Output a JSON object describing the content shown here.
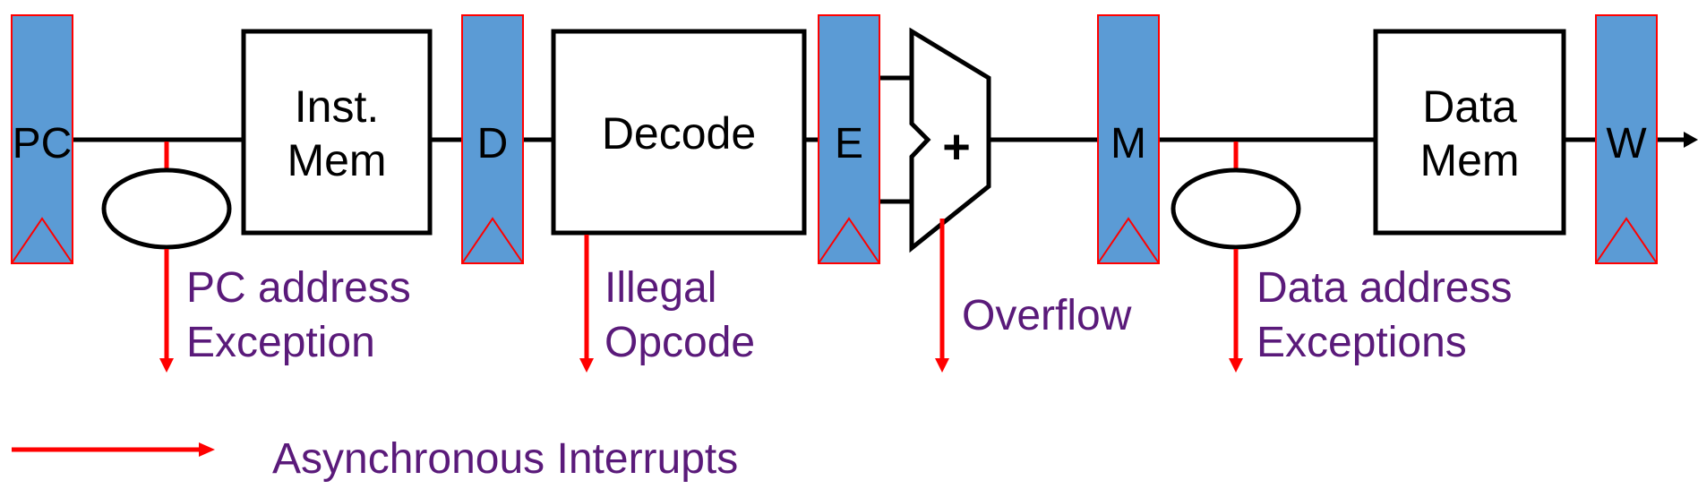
{
  "pipeline_registers": [
    {
      "id": "pc",
      "label": "PC"
    },
    {
      "id": "d",
      "label": "D"
    },
    {
      "id": "e",
      "label": "E"
    },
    {
      "id": "m",
      "label": "M"
    },
    {
      "id": "w",
      "label": "W"
    }
  ],
  "blocks": {
    "inst_mem": {
      "line1": "Inst.",
      "line2": "Mem"
    },
    "decode": {
      "line1": "Decode"
    },
    "data_mem": {
      "line1": "Data",
      "line2": "Mem"
    },
    "alu": {
      "symbol": "+"
    }
  },
  "exceptions": {
    "pc_address": {
      "line1": "PC address",
      "line2": "Exception"
    },
    "illegal_opcode": {
      "line1": "Illegal",
      "line2": "Opcode"
    },
    "overflow": {
      "line1": "Overflow"
    },
    "data_address": {
      "line1": "Data address",
      "line2": "Exceptions"
    }
  },
  "legend": {
    "label": "Asynchronous Interrupts"
  },
  "colors": {
    "register_fill": "#5b9bd5",
    "register_border": "#ff0000",
    "exception_arrow": "#ff0000",
    "exception_text": "#5a1a7a",
    "wire": "#000000"
  }
}
